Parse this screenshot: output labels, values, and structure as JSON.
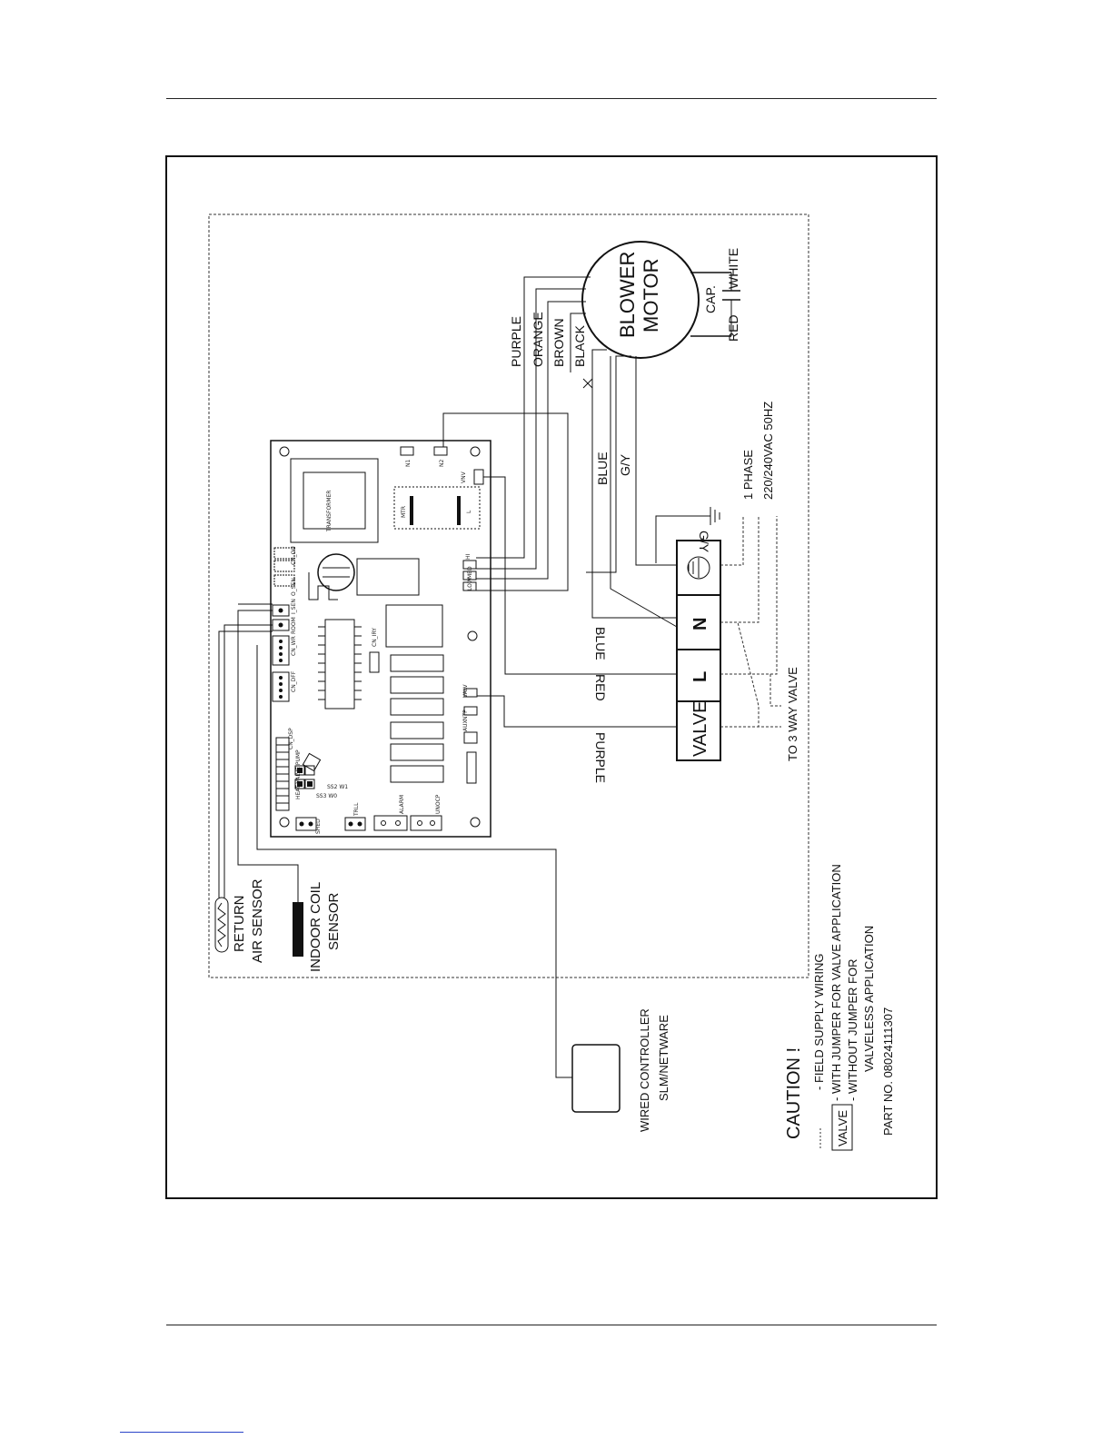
{
  "motor": {
    "line1": "BLOWER",
    "line2": "MOTOR"
  },
  "cap": {
    "label": "CAP.",
    "red": "RED",
    "white": "WHITE"
  },
  "wires_top": [
    "PURPLE",
    "ORANGE",
    "BROWN",
    "BLACK"
  ],
  "wires_mid": [
    "BLUE",
    "G/Y"
  ],
  "ground_label": "G/Y",
  "supply": {
    "phase": "1 PHASE",
    "voltage": "220/240VAC 50HZ"
  },
  "terminal": [
    "VALVE",
    "L",
    "N"
  ],
  "wire_labels_left": [
    "PURPLE",
    "RED",
    "BLUE"
  ],
  "three_way": "TO 3 WAY VALVE",
  "pcb": {
    "transformer": "TRANSFORMER",
    "mtr": "MTR",
    "l": "L",
    "cn_ir": "CN_IRY",
    "cn_dsp": "CN_DSP",
    "cn_dff": "CN_DFF",
    "cn_wr": "CN_WR",
    "room": "ROOM",
    "i_sen": "I_SEN",
    "o_sen": "O_SEN",
    "cn_ou": "CN_OU",
    "hi": "HI",
    "med": "MED",
    "low": "LOW",
    "valv": "VALV",
    "ntp": "NTP",
    "aux": "AUX",
    "vnv": "VNV",
    "n2": "N2",
    "n1": "N1",
    "trll": "TRLL",
    "alarm": "ALARM",
    "unocp": "UNOCP",
    "shed": "SHED",
    "heat_pump": "HEAT VALVE PUMP",
    "cn_sen": "CN_SEN"
  },
  "sensors": {
    "return_line1": "RETURN",
    "return_line2": "AIR SENSOR",
    "coil_line1": "INDOOR COIL",
    "coil_line2": "SENSOR"
  },
  "controller": {
    "line1": "WIRED CONTROLLER",
    "line2": "SLM/NETWARE"
  },
  "caution": {
    "title": "CAUTION !",
    "field": "- FIELD SUPPLY WIRING",
    "valve_box": "VALVE",
    "with_jumper": "- WITH JUMPER FOR VALVE APPLICATION",
    "without_jumper": "- WITHOUT JUMPER FOR",
    "valveless": "VALVELESS APPLICATION",
    "part": "PART NO. 08024111307"
  }
}
